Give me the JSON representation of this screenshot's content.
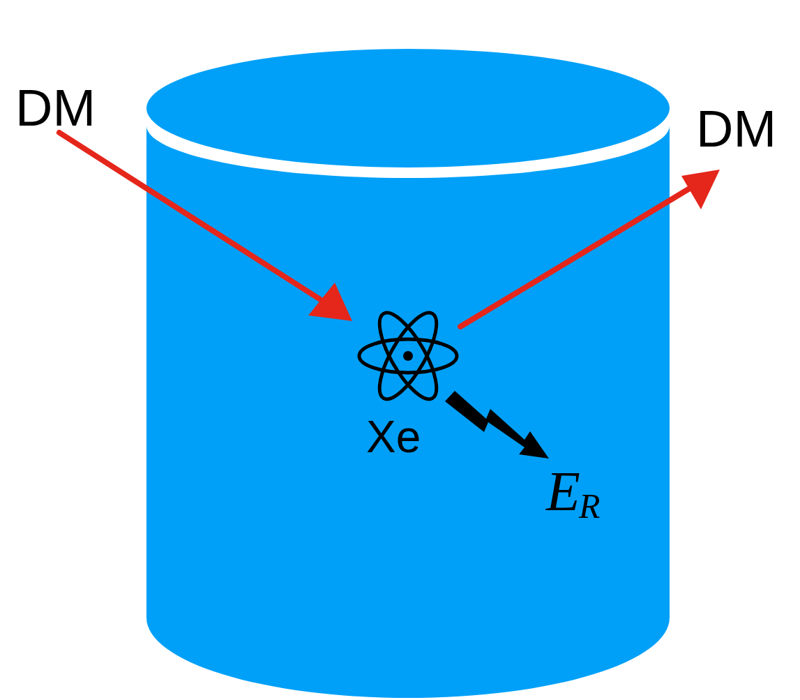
{
  "diagram": {
    "labels": [
      "DM",
      "DM",
      "Xe",
      "E",
      "R"
    ]
  }
}
